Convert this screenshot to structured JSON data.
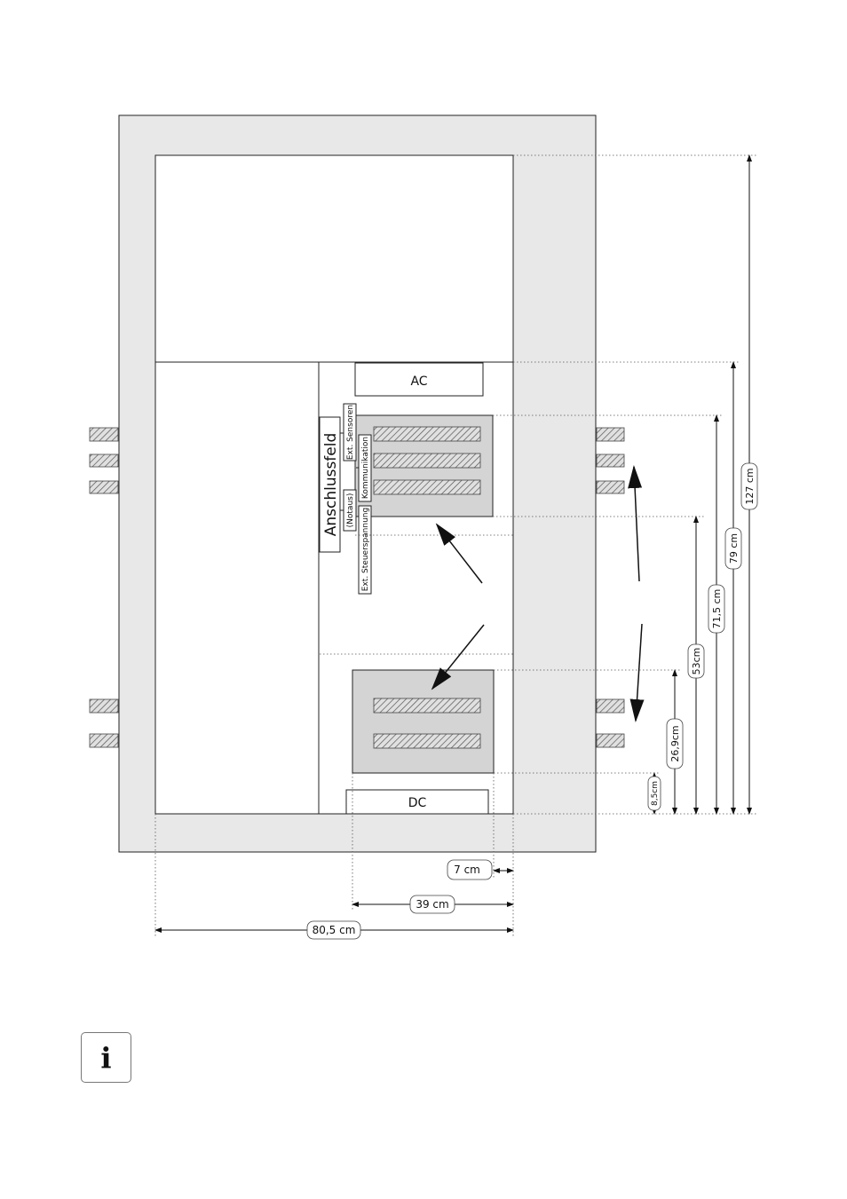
{
  "labels": {
    "ac": "AC",
    "dc": "DC",
    "anschlussfeld": "Anschlussfeld",
    "ext_sensoren": "Ext. Sensoren",
    "kommunikation": "Kommunikation",
    "notaus": "(Notaus)",
    "ext_steuerspannung": "Ext. Steuerspannung"
  },
  "dimensions": {
    "width_total": "80,5 cm",
    "width_module": "39 cm",
    "offset_right": "7 cm",
    "height_total": "127 cm",
    "height_ac_section": "79 cm",
    "height_upper_module": "71,5 cm",
    "height_middle": "53cm",
    "height_lower_module": "26,9cm",
    "height_bottom_offset": "8,5cm"
  },
  "info_icon": {
    "icon": "info-icon",
    "glyph": "i"
  },
  "colors": {
    "frame_fill": "#e8e8e8",
    "module_fill": "#d4d4d4",
    "stroke": "#222222"
  }
}
